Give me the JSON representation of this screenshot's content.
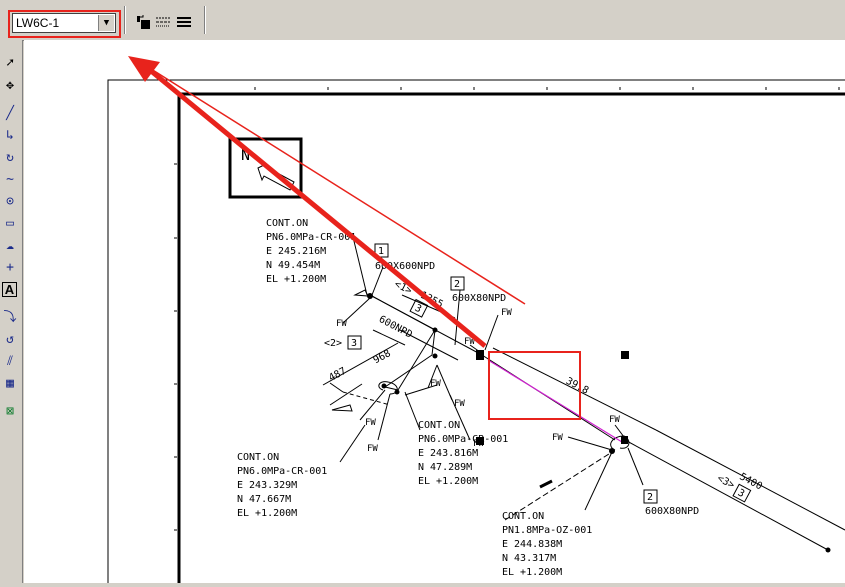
{
  "toolbar": {
    "layer_combo_value": "LW6C-1"
  },
  "icons": {
    "toolbar": [
      "layer-manager-icon",
      "line-style-icon",
      "line-weight-icon"
    ],
    "left_tools": [
      "select-icon",
      "select-multi-icon",
      "line-icon",
      "polyline-icon",
      "arc-icon",
      "spline-icon",
      "circle-icon",
      "rectangle-icon",
      "cloud-icon",
      "point-icon",
      "text-icon",
      "fillet-icon",
      "rotate-icon",
      "offset-icon",
      "hatch-icon",
      "insert-icon"
    ]
  },
  "highlight_color": "#e8231c",
  "drawing": {
    "north_label": "N",
    "callout1": {
      "lines": [
        "CONT.ON",
        "PN6.0MPa-CR-001",
        "E 245.216M",
        "N 49.454M",
        "EL +1.200M"
      ]
    },
    "callout2": {
      "lines": [
        "CONT.ON",
        "PN6.0MPa-CR-001",
        "E 243.329M",
        "N 47.667M",
        "EL +1.200M"
      ]
    },
    "callout3": {
      "lines": [
        "CONT.ON",
        "PN6.0MPa-CR-001",
        "E 243.816M",
        "N 47.289M",
        "EL +1.200M"
      ]
    },
    "callout4": {
      "lines": [
        "CONT.ON",
        "PN1.8MPa-OZ-001",
        "E 244.838M",
        "N 43.317M",
        "EL +1.200M"
      ]
    },
    "tag1": {
      "num": "1",
      "text": "600X600NPD"
    },
    "tag2a": {
      "num": "2",
      "text": "600X80NPD"
    },
    "tag2b": {
      "num": "2",
      "text": "600X80NPD"
    },
    "tag3a": "3",
    "tag3b": "3",
    "tag3c": "3",
    "seg1_label": "<1>",
    "seg2_label": "<2>",
    "seg3_label": "<3>",
    "npd_label": "600NPD",
    "dims": [
      "1355",
      "968",
      "487",
      "39.8",
      "5400"
    ],
    "fw": "FW"
  }
}
